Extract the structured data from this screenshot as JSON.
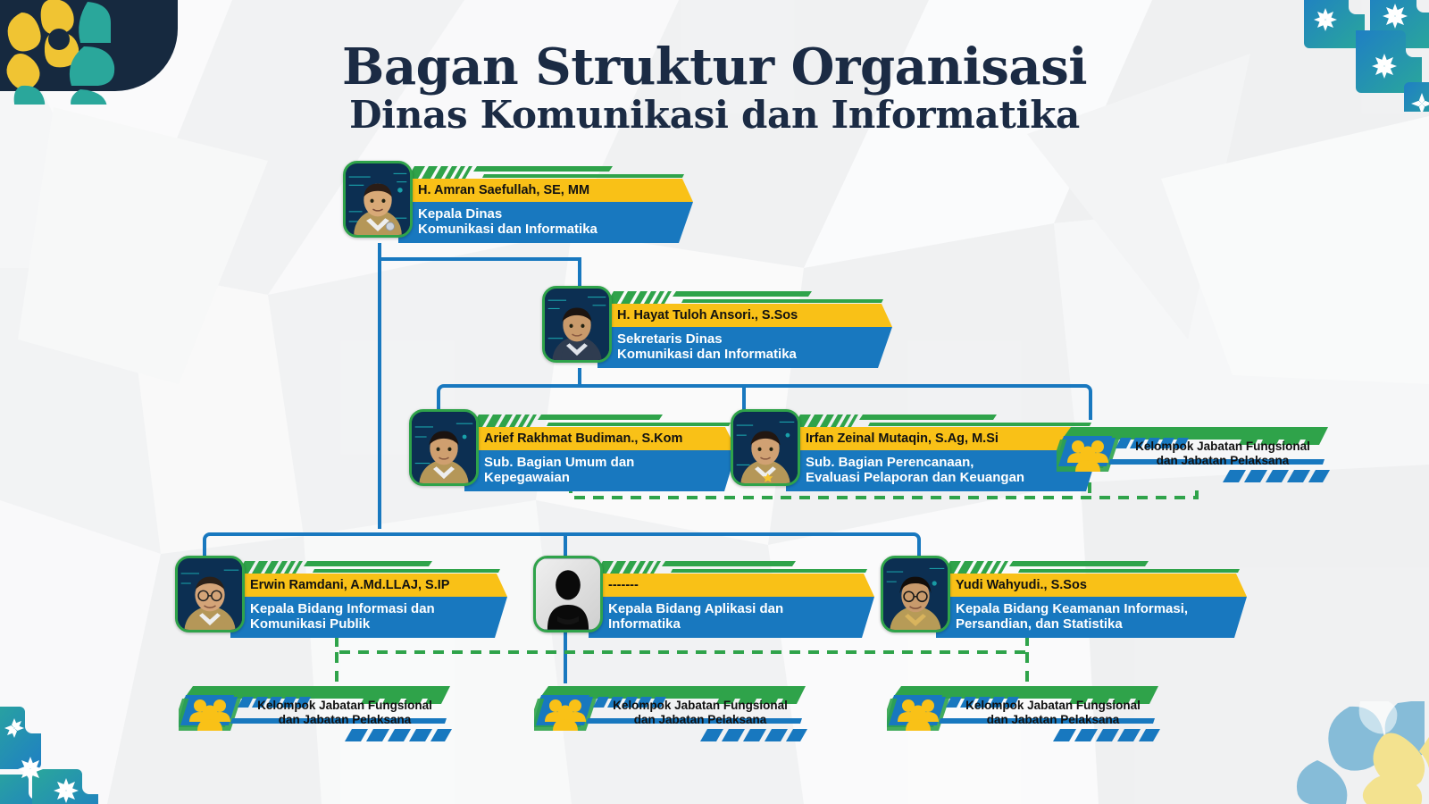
{
  "document": {
    "title_line1": "Bagan Struktur Organisasi",
    "title_line2": "Dinas Komunikasi dan Informatika"
  },
  "colors": {
    "title": "#1b2b44",
    "name_banner": "#f9c117",
    "role_banner": "#1878bf",
    "stripe_green": "#2fa34a",
    "photo_border": "#2fa34a",
    "connector_blue": "#1878bf",
    "connector_green_dashed": "#2fa34a",
    "badge_green": "#2fa34a",
    "badge_blue": "#1878bf",
    "badge_people": "#f9c117",
    "background": "#f4f5f6",
    "corner_navy": "#16293f",
    "corner_teal": "#2aa79b",
    "corner_yellow": "#f0c433"
  },
  "nodes": [
    {
      "id": "kepala-dinas",
      "name": "H. Amran Saefullah, SE, MM",
      "role": "Kepala Dinas\nKomunikasi dan Informatika",
      "has_photo": true
    },
    {
      "id": "sekretaris-dinas",
      "name": "H. Hayat Tuloh Ansori., S.Sos",
      "role": "Sekretaris Dinas\nKomunikasi dan Informatika",
      "has_photo": true
    },
    {
      "id": "sub-bagian-umum",
      "name": "Arief Rakhmat Budiman., S.Kom",
      "role": "Sub. Bagian Umum dan\nKepegawaian",
      "has_photo": true
    },
    {
      "id": "sub-bagian-perencanaan",
      "name": "Irfan Zeinal Mutaqin, S.Ag, M.Si",
      "role": "Sub. Bagian Perencanaan,\nEvaluasi Pelaporan dan Keuangan",
      "has_photo": true
    },
    {
      "id": "bidang-informasi",
      "name": "Erwin Ramdani, A.Md.LLAJ, S.IP",
      "role": "Kepala Bidang Informasi dan\nKomunikasi Publik",
      "has_photo": true
    },
    {
      "id": "bidang-aplikasi",
      "name": "-------",
      "role": "Kepala Bidang Aplikasi dan\nInformatika",
      "has_photo": false
    },
    {
      "id": "bidang-keamanan",
      "name": "Yudi Wahyudi., S.Sos",
      "role": "Kepala Bidang Keamanan Informasi,\nPersandian, dan Statistika",
      "has_photo": true
    }
  ],
  "functional_groups": [
    {
      "id": "fungsional-sekretariat",
      "label": "Kelompok Jabatan Fungsional\ndan Jabatan Pelaksana"
    },
    {
      "id": "fungsional-informasi",
      "label": "Kelompok Jabatan Fungsional\ndan Jabatan Pelaksana"
    },
    {
      "id": "fungsional-aplikasi",
      "label": "Kelompok Jabatan Fungsional\ndan Jabatan Pelaksana"
    },
    {
      "id": "fungsional-keamanan",
      "label": "Kelompok Jabatan Fungsional\ndan Jabatan Pelaksana"
    }
  ]
}
